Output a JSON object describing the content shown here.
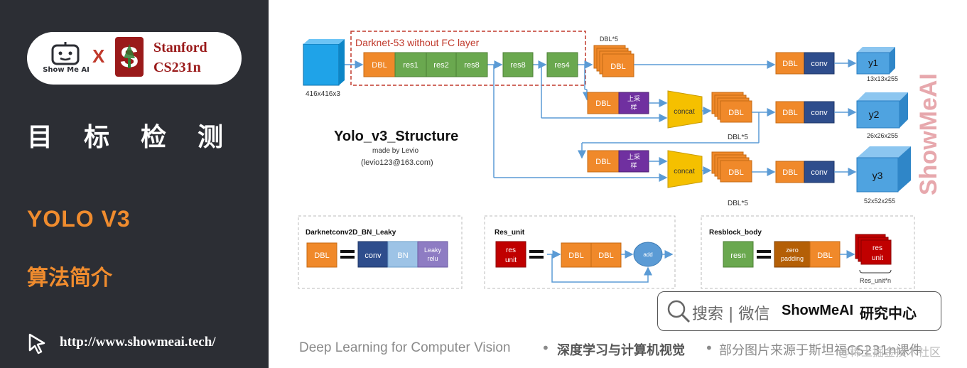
{
  "sidebar": {
    "brand_label": "Show Me AI",
    "cross": "X",
    "stanford_letter": "S",
    "stanford": "Stanford",
    "course": "CS231n",
    "title": "目标检测",
    "topic": "YOLO V3",
    "subtopic": "算法简介",
    "url": "http://www.showmeai.tech/"
  },
  "diagram": {
    "title": "Yolo_v3_Structure",
    "author": "made by Levio",
    "email": "(levio123@163.com)",
    "input_size": "416x416x3",
    "darknet_label": "Darknet-53 without FC layer",
    "dbl": "DBL",
    "res1": "res1",
    "res2": "res2",
    "res8": "res8",
    "res4": "res4",
    "dbl5": "DBL*5",
    "conv": "conv",
    "upsample_1": "上采",
    "upsample_2": "样",
    "concat": "concat",
    "y1": "y1",
    "y1_size": "13x13x255",
    "y2": "y2",
    "y2_size": "26x26x255",
    "y3": "y3",
    "y3_size": "52x52x255"
  },
  "legend": {
    "dbl_title": "Darknetconv2D_BN_Leaky",
    "conv": "conv",
    "bn": "BN",
    "leaky_1": "Leaky",
    "leaky_2": "relu",
    "res_unit_title": "Res_unit",
    "res_1": "res",
    "res_2": "unit",
    "add": "add",
    "resblock_title": "Resblock_body",
    "resn": "resn",
    "zero_1": "zero",
    "zero_2": "padding",
    "res_unit_n": "Res_unit*n"
  },
  "watermark": {
    "vertical": "ShowMeAI"
  },
  "search": {
    "prefix": "搜索 | 微信",
    "brand": "ShowMeAI",
    "suffix": "研究中心"
  },
  "footer": {
    "en": "Deep Learning for Computer Vision",
    "dot": "•",
    "cn": "深度学习与计算机视觉",
    "source": "部分图片来源于斯坦福CS231n课件",
    "watermark": "@稀土掘金技术社区"
  },
  "colors": {
    "sidebar_bg": "#2c2e34",
    "accent_orange": "#f08c2e",
    "dbl_orange": "#f0892a",
    "res_green": "#6aa84f",
    "conv_blue": "#2e4d8c",
    "upsample_purple": "#7030a0",
    "concat_yellow": "#f5c000",
    "output_blue": "#4fa3e0",
    "input_cyan": "#1fa3e8",
    "res_unit_red": "#c00000",
    "darknet_red": "#c0392b"
  }
}
